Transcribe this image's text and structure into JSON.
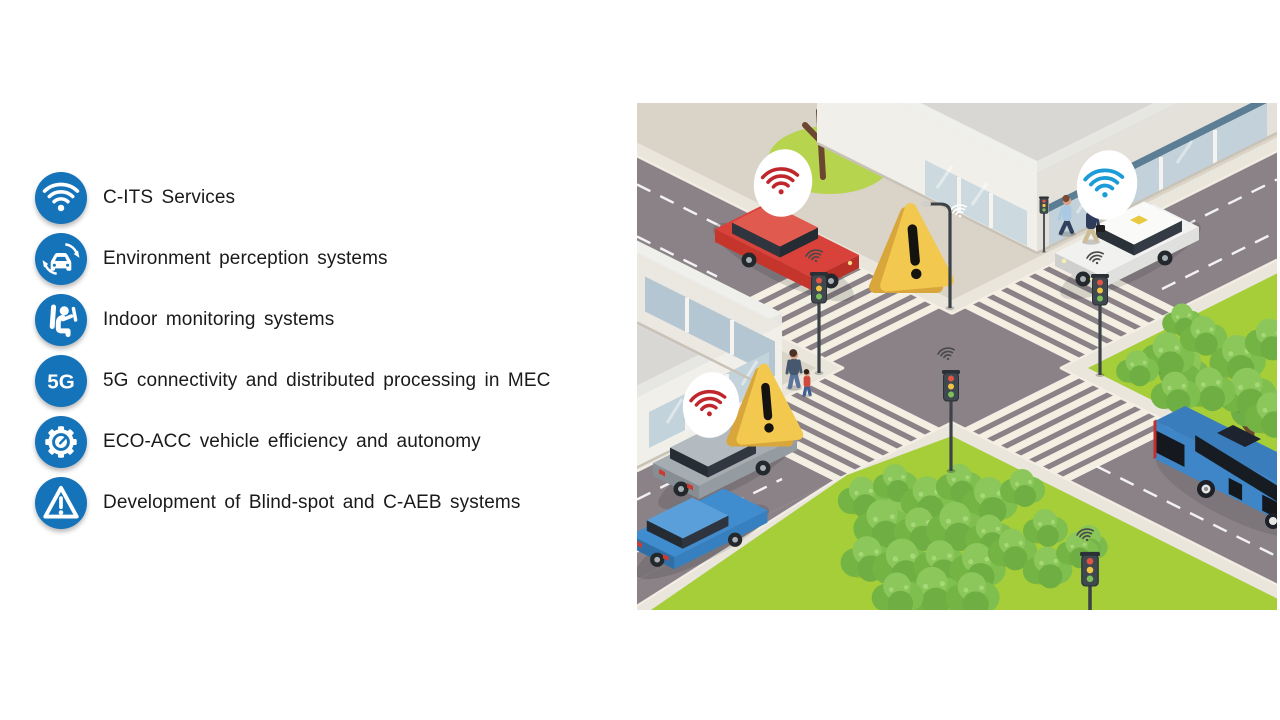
{
  "theme": {
    "accent": "#1573b9",
    "text_color": "#1a1a1a",
    "background": "#ffffff",
    "illustration_colors": {
      "road": "#8a8287",
      "sidewalk": "#d9d3c8",
      "curb": "#eae6dc",
      "crosswalk_stripe": "#f3efe3",
      "grass": "#a6ce39",
      "foliage": "#7cba47",
      "building_wall": "#f1efea",
      "window_glass": "#c3d3db",
      "roof": "#d8d7d4",
      "warning_yellow": "#f2c84e",
      "wifi_red": "#c0272d",
      "wifi_blue": "#1b9cd8",
      "car_red": "#d8423a",
      "car_gray": "#a6adb2",
      "car_blue": "#3f8ccf",
      "taxi_white": "#f1f1ef",
      "bus_blue": "#3e86c8"
    }
  },
  "feature_list": {
    "items": [
      {
        "icon": "wifi-icon",
        "label": "C-ITS Services"
      },
      {
        "icon": "connected-car-icon",
        "label": "Environment perception systems"
      },
      {
        "icon": "driver-seat-icon",
        "label": "Indoor monitoring systems"
      },
      {
        "icon": "5g-badge-icon",
        "label": "5G connectivity and distributed processing in MEC",
        "badge": "5G"
      },
      {
        "icon": "gear-icon",
        "label": "ECO-ACC vehicle efficiency and autonomy"
      },
      {
        "icon": "warning-triangle-icon",
        "label": "Development of Blind-spot and C-AEB systems"
      }
    ]
  },
  "illustration": {
    "alt": "Isometric city crossroad with connected vehicles, V2X wifi balloons, warning triangles, smart traffic lights, pedestrians, buses and greenery"
  }
}
